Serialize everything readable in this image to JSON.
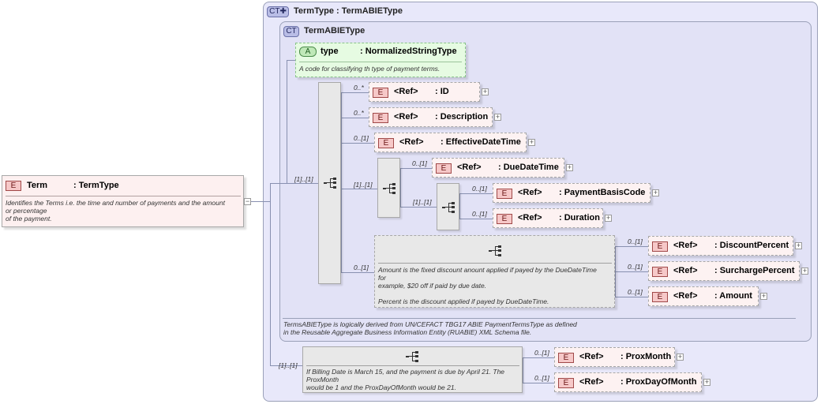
{
  "colors": {
    "element_fill": "#fdf2f2",
    "element_badge": "#f6c8c8",
    "attribute_fill": "#e6fbe2",
    "complex_type_panel": "#e8e8fa",
    "compositor_fill": "#e8e8e8"
  },
  "root": {
    "badge": "E",
    "name": "Term",
    "type": ": TermType",
    "doc": [
      "Identifies the Terms i.e. the time and number of payments and the amount",
      "or percentage",
      "of the payment."
    ],
    "collapse": "−"
  },
  "outer_type": {
    "badge": "CT",
    "title": "TermType : TermABIEType"
  },
  "inner_type": {
    "badge": "CT",
    "title": "TermABIEType",
    "doc": [
      "TermsABIEType is logically derived from UN/CEFACT TBG17 ABIE PaymentTermsType as defined",
      "in the Reusable Aggregate Business Information Entity (RUABIE) XML Schema file."
    ]
  },
  "attribute": {
    "badge": "A",
    "name": "type",
    "type": ": NormalizedStringType",
    "doc": "A code for classifying th type of payment terms."
  },
  "cards": {
    "root_seq": "[1]..[1]",
    "sub_seq": "[1]..[1]",
    "sub_sub_seq": "[1]..[1]",
    "choice_seq": "0..[1]",
    "prox_seq": "[1]..[1]"
  },
  "elements": [
    {
      "card": "0..*",
      "ref": "<Ref>",
      "name": ": ID"
    },
    {
      "card": "0..*",
      "ref": "<Ref>",
      "name": ": Description"
    },
    {
      "card": "0..[1]",
      "ref": "<Ref>",
      "name": ": EffectiveDateTime"
    },
    {
      "card": "0..[1]",
      "ref": "<Ref>",
      "name": ": DueDateTime"
    },
    {
      "card": "0..[1]",
      "ref": "<Ref>",
      "name": ": PaymentBasisCode"
    },
    {
      "card": "0..[1]",
      "ref": "<Ref>",
      "name": ": Duration"
    },
    {
      "card": "0..[1]",
      "ref": "<Ref>",
      "name": ": DiscountPercent"
    },
    {
      "card": "0..[1]",
      "ref": "<Ref>",
      "name": ": SurchargePercent"
    },
    {
      "card": "0..[1]",
      "ref": "<Ref>",
      "name": ": Amount"
    },
    {
      "card": "0..[1]",
      "ref": "<Ref>",
      "name": ": ProxMonth"
    },
    {
      "card": "0..[1]",
      "ref": "<Ref>",
      "name": ": ProxDayOfMonth"
    }
  ],
  "element_badge": "E",
  "expand": "+",
  "choice_doc": [
    "Amount is the fixed discount anount applied if payed by the DueDateTime",
    "for",
    "example, $20 off if paid by due date.",
    "",
    "Percent is the discount applied if payed by DueDateTime."
  ],
  "prox_doc": [
    "If Billing Date is March 15, and the payment is due by April 21. The",
    "ProxMonth",
    "would be 1 and the ProxDayOfMonth would be 21."
  ]
}
